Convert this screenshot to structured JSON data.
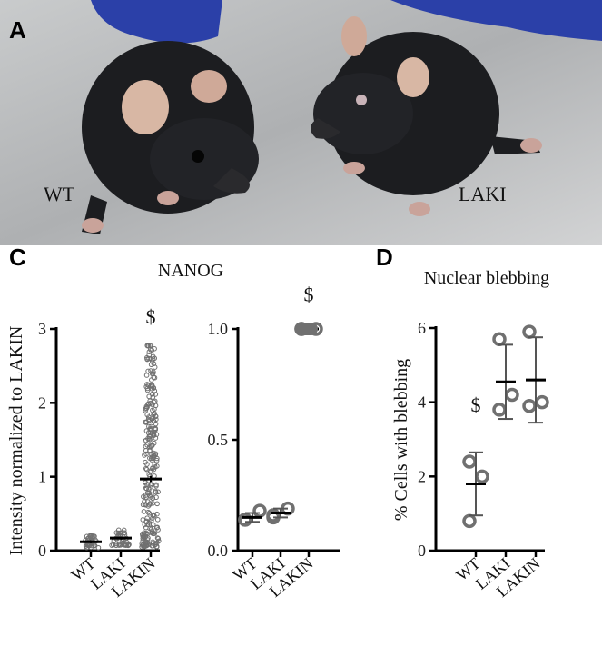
{
  "panel_letters": {
    "a": "A",
    "c": "C",
    "d": "D"
  },
  "photo": {
    "labels": {
      "left": "WT",
      "right": "LAKI"
    },
    "colors": {
      "floor": "#b7b9bb",
      "glove": "#2b40a8",
      "fur": "#1c1d20",
      "ear": "#d8b7a4"
    }
  },
  "colors": {
    "marker": "#707070",
    "axis": "#000000",
    "mean": "#000000",
    "sd": "#555555"
  },
  "chart_data": [
    {
      "type": "scatter",
      "panel": "C",
      "title": "NANOG",
      "ylabel": "Intensity normalized to LAKIN",
      "categories": [
        "WT",
        "LAKI",
        "LAKIN"
      ],
      "ylim": [
        0,
        3
      ],
      "yticks": [
        0,
        1,
        2,
        3
      ],
      "series": [
        {
          "category": "WT",
          "mean": 0.12,
          "sem": 0.02,
          "spread_min": 0.04,
          "spread_max": 0.22,
          "n_points": 40
        },
        {
          "category": "LAKI",
          "mean": 0.17,
          "sem": 0.02,
          "spread_min": 0.07,
          "spread_max": 0.28,
          "n_points": 40
        },
        {
          "category": "LAKIN",
          "mean": 0.97,
          "sem": 0.04,
          "spread_min": 0.05,
          "spread_max": 2.8,
          "n_points": 260
        }
      ],
      "annotations": [
        {
          "category": "LAKIN",
          "text": "$",
          "y": 3.0
        }
      ]
    },
    {
      "type": "scatter",
      "panel": "C",
      "title": "",
      "ylabel": "",
      "categories": [
        "WT",
        "LAKI",
        "LAKIN"
      ],
      "ylim": [
        0,
        1.0
      ],
      "yticks": [
        0.0,
        0.5,
        1.0
      ],
      "series": [
        {
          "category": "WT",
          "values": [
            0.14,
            0.18,
            0.14
          ],
          "mean": 0.15,
          "sd": 0.02
        },
        {
          "category": "LAKI",
          "values": [
            0.15,
            0.19,
            0.16
          ],
          "mean": 0.17,
          "sd": 0.02
        },
        {
          "category": "LAKIN",
          "values": [
            1.0,
            1.0,
            1.0
          ],
          "mean": 1.0,
          "sd": 0.0
        }
      ],
      "annotations": [
        {
          "category": "LAKIN",
          "text": "$",
          "y": 1.1
        }
      ]
    },
    {
      "type": "scatter",
      "panel": "D",
      "title": "Nuclear blebbing",
      "ylabel": "% Cells with blebbing",
      "categories": [
        "WT",
        "LAKI",
        "LAKIN"
      ],
      "ylim": [
        0,
        6
      ],
      "yticks": [
        0,
        2,
        4,
        6
      ],
      "series": [
        {
          "category": "WT",
          "values": [
            2.4,
            2.0,
            0.8
          ],
          "mean": 1.8,
          "sd": 0.85
        },
        {
          "category": "LAKI",
          "values": [
            5.7,
            4.2,
            3.8
          ],
          "mean": 4.55,
          "sd": 1.0
        },
        {
          "category": "LAKIN",
          "values": [
            5.9,
            4.0,
            3.9
          ],
          "mean": 4.6,
          "sd": 1.15
        }
      ],
      "annotations": [
        {
          "category": "WT",
          "text": "$",
          "y": 3.6
        }
      ]
    }
  ]
}
